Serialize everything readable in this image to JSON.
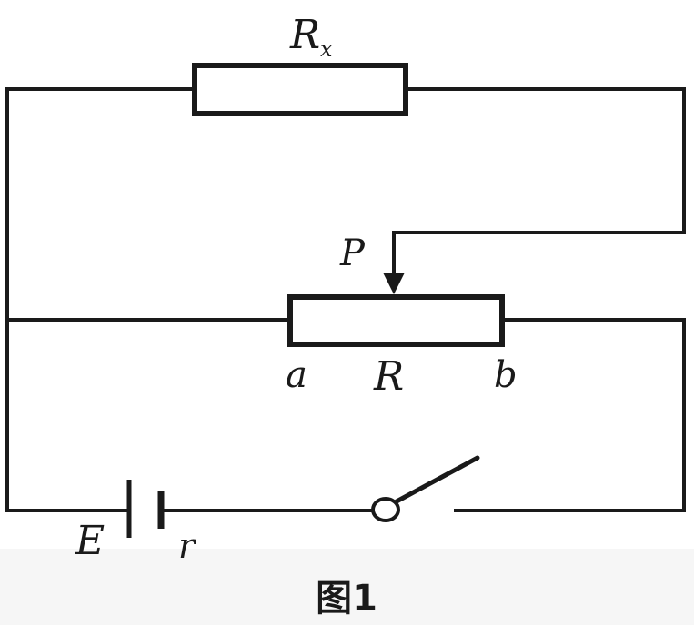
{
  "labels": {
    "rx_main": "R",
    "rx_sub": "x",
    "slider": "P",
    "end_a": "a",
    "rheostat": "R",
    "end_b": "b",
    "emf": "E",
    "internal_resistance": "r"
  },
  "caption": "图1",
  "colors": {
    "line": "#1a1a1a",
    "background": "#ffffff"
  }
}
